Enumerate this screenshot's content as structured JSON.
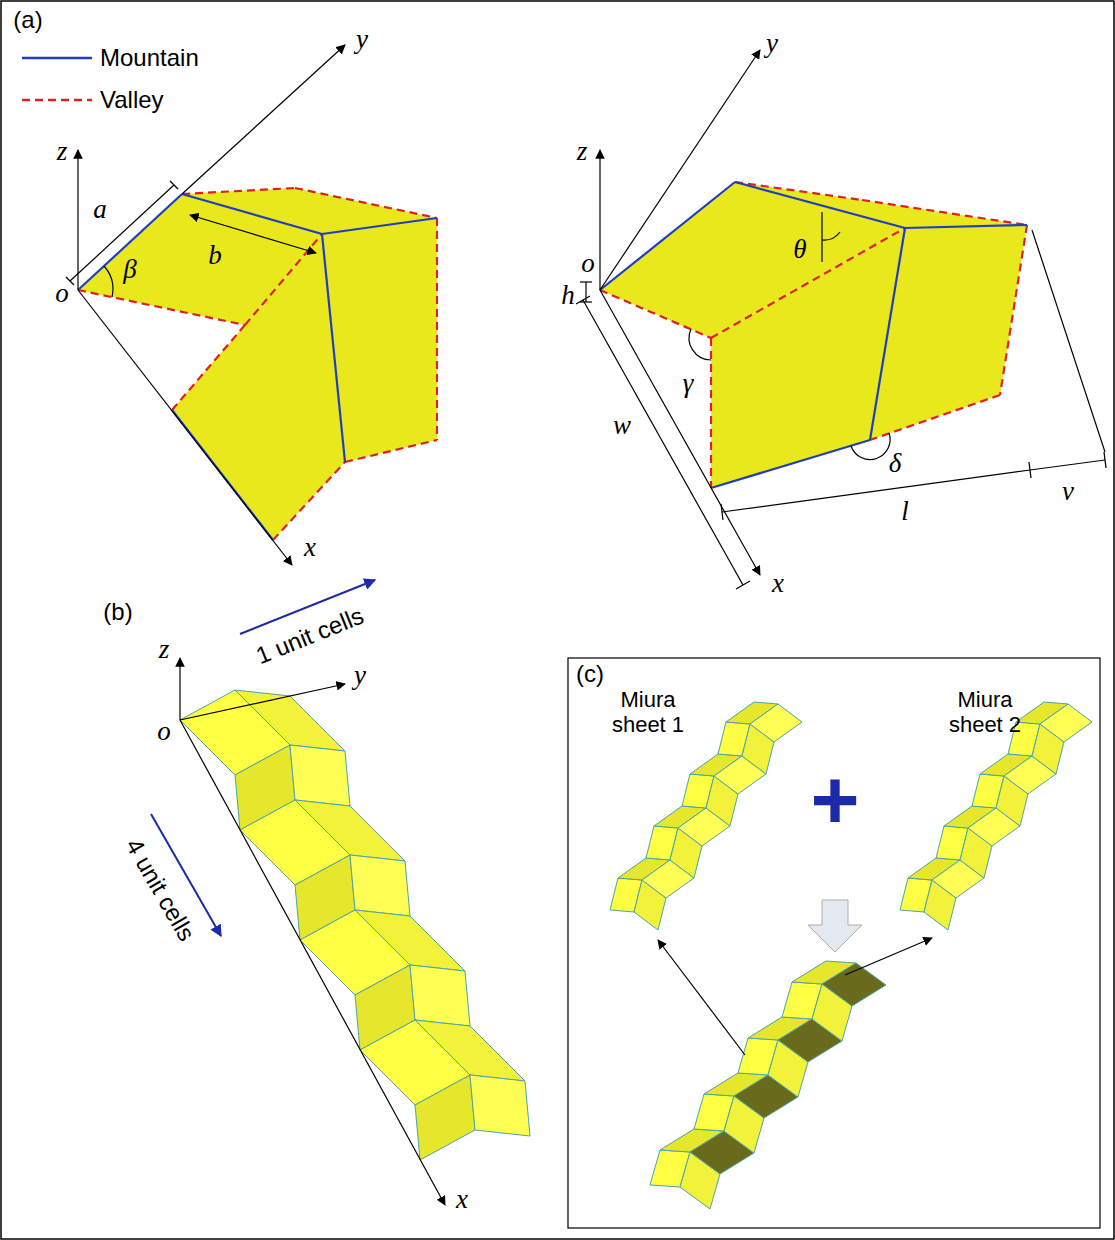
{
  "diagram": {
    "labels": [
      "(a)",
      "y",
      "z",
      "a",
      "b",
      "β",
      "o",
      "x",
      "y",
      "z",
      "h",
      "o",
      "θ",
      "γ",
      "w",
      "δ",
      "v",
      "l",
      "x",
      "(b)",
      "z",
      "1 unit cells",
      "y",
      "o",
      "4 unit cells",
      "x",
      "(c)",
      "Miura sheet 1",
      "Miura sheet 2",
      "+"
    ],
    "legend": [
      {
        "text": "Mountain"
      },
      {
        "text": "Valley"
      }
    ]
  }
}
